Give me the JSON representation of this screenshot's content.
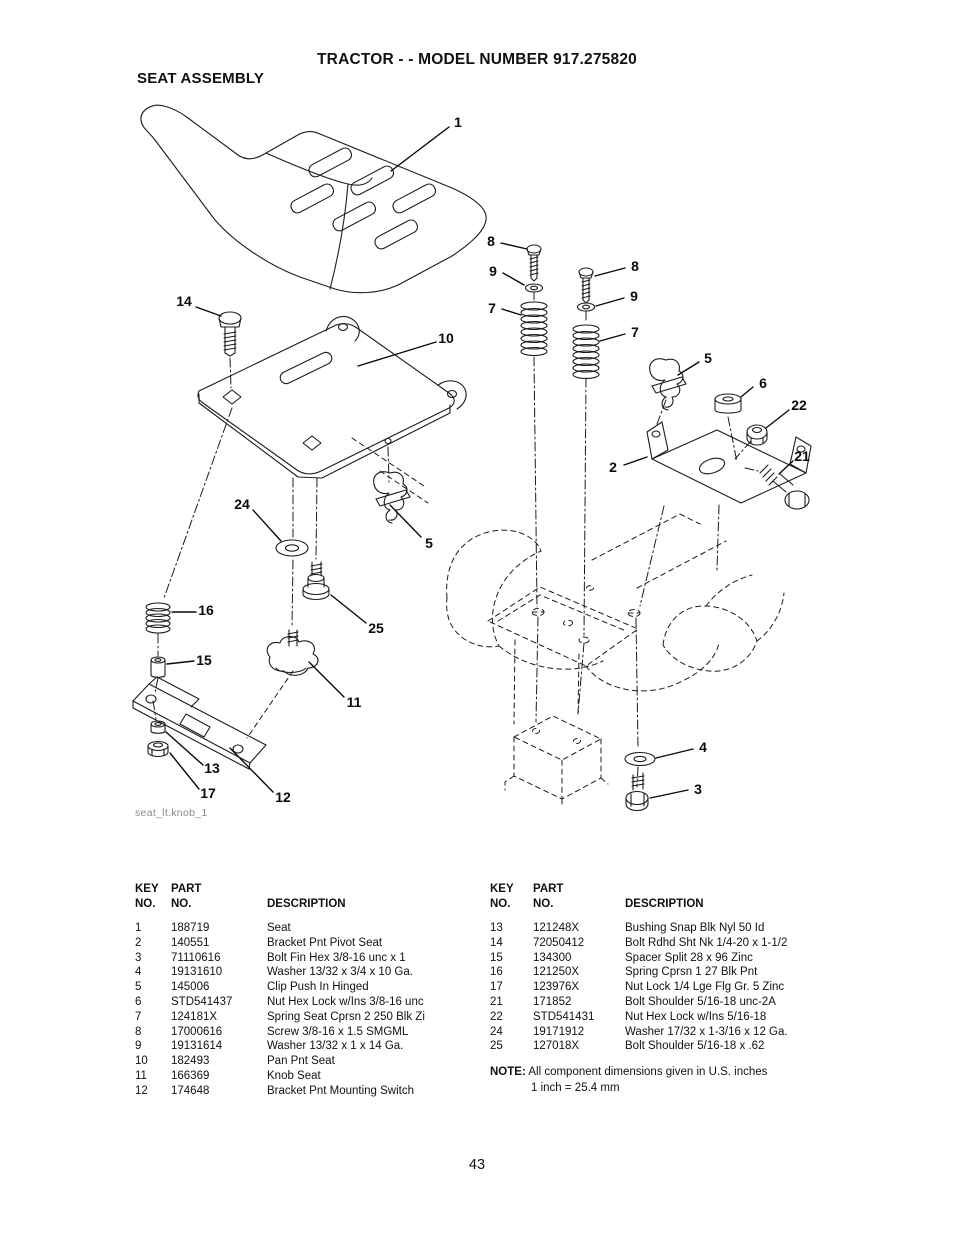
{
  "header": {
    "title": "TRACTOR - - MODEL NUMBER 917.275820",
    "subtitle": "SEAT ASSEMBLY"
  },
  "diagram": {
    "caption": "seat_lt.knob_1",
    "callouts": [
      {
        "label": "1"
      },
      {
        "label": "8"
      },
      {
        "label": "9"
      },
      {
        "label": "7"
      },
      {
        "label": "8"
      },
      {
        "label": "9"
      },
      {
        "label": "7"
      },
      {
        "label": "14"
      },
      {
        "label": "10"
      },
      {
        "label": "5"
      },
      {
        "label": "6"
      },
      {
        "label": "22"
      },
      {
        "label": "2"
      },
      {
        "label": "21"
      },
      {
        "label": "24"
      },
      {
        "label": "5"
      },
      {
        "label": "16"
      },
      {
        "label": "25"
      },
      {
        "label": "15"
      },
      {
        "label": "11"
      },
      {
        "label": "13"
      },
      {
        "label": "17"
      },
      {
        "label": "12"
      },
      {
        "label": "4"
      },
      {
        "label": "3"
      }
    ]
  },
  "table": {
    "columns": {
      "key_line1": "KEY",
      "key_line2": "NO.",
      "part_line1": "PART",
      "part_line2": "NO.",
      "desc": "DESCRIPTION"
    },
    "left": {
      "rows": [
        {
          "key": "1",
          "part": "188719",
          "desc": "Seat"
        },
        {
          "key": "2",
          "part": "140551",
          "desc": "Bracket Pnt Pivot Seat"
        },
        {
          "key": "3",
          "part": "71110616",
          "desc": "Bolt Fin Hex 3/8-16 unc x 1"
        },
        {
          "key": "4",
          "part": "19131610",
          "desc": "Washer 13/32 x 3/4 x 10 Ga."
        },
        {
          "key": "5",
          "part": "145006",
          "desc": "Clip Push In Hinged"
        },
        {
          "key": "6",
          "part": "STD541437",
          "desc": "Nut Hex Lock w/Ins 3/8-16 unc"
        },
        {
          "key": "7",
          "part": "124181X",
          "desc": "Spring Seat Cprsn 2 250 Blk Zi"
        },
        {
          "key": "8",
          "part": "17000616",
          "desc": "Screw 3/8-16 x 1.5 SMGML"
        },
        {
          "key": "9",
          "part": "19131614",
          "desc": "Washer 13/32 x 1 x 14 Ga."
        },
        {
          "key": "10",
          "part": "182493",
          "desc": "Pan Pnt Seat"
        },
        {
          "key": "11",
          "part": "166369",
          "desc": "Knob Seat"
        },
        {
          "key": "12",
          "part": "174648",
          "desc": "Bracket Pnt Mounting Switch"
        }
      ]
    },
    "right": {
      "rows": [
        {
          "key": "13",
          "part": "121248X",
          "desc": "Bushing Snap Blk Nyl 50 Id"
        },
        {
          "key": "14",
          "part": "72050412",
          "desc": "Bolt Rdhd Sht Nk 1/4-20 x 1-1/2"
        },
        {
          "key": "15",
          "part": "134300",
          "desc": "Spacer Split 28 x 96 Zinc"
        },
        {
          "key": "16",
          "part": "121250X",
          "desc": "Spring Cprsn 1 27 Blk Pnt"
        },
        {
          "key": "17",
          "part": "123976X",
          "desc": "Nut Lock 1/4 Lge Flg Gr. 5 Zinc"
        },
        {
          "key": "21",
          "part": "171852",
          "desc": "Bolt Shoulder 5/16-18 unc-2A"
        },
        {
          "key": "22",
          "part": "STD541431",
          "desc": "Nut Hex Lock w/Ins 5/16-18"
        },
        {
          "key": "24",
          "part": "19171912",
          "desc": "Washer 17/32 x 1-3/16 x 12 Ga."
        },
        {
          "key": "25",
          "part": "127018X",
          "desc": "Bolt Shoulder 5/16-18 x .62"
        }
      ]
    }
  },
  "note": {
    "label": "NOTE:",
    "text": " All component dimensions given in U.S. inches",
    "text2": "1 inch = 25.4 mm"
  },
  "page_number": "43"
}
